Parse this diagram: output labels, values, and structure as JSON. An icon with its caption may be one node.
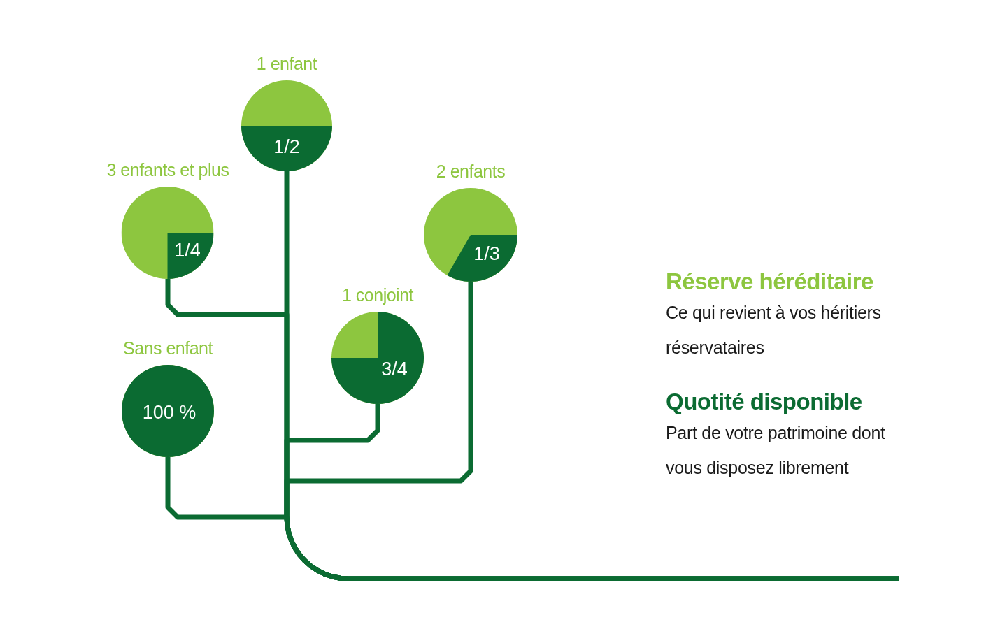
{
  "diagram": {
    "nodes": [
      {
        "text": [
          "1 enfant",
          "1/2"
        ]
      },
      {
        "text": [
          "3 enfants et plus",
          "1/4"
        ]
      },
      {
        "text": [
          "2 enfants",
          "1/3"
        ]
      },
      {
        "text": [
          "1 conjoint",
          "3/4"
        ]
      },
      {
        "text": [
          "Sans enfant",
          "100 %"
        ]
      }
    ],
    "edges": [
      {
        "from": 0,
        "to": null,
        "arrow": "none"
      },
      {
        "from": 1,
        "to": null,
        "arrow": "none"
      },
      {
        "from": 2,
        "to": null,
        "arrow": "none"
      },
      {
        "from": 3,
        "to": null,
        "arrow": "none"
      },
      {
        "from": 4,
        "to": null,
        "arrow": "none"
      }
    ],
    "labels": [
      "Ce qui revient à vos héritiers réservataires",
      "Part de votre patrimoine dont vous disposez librement"
    ],
    "legend": [
      {
        "text": "Réserve héréditaire",
        "color": "#8dc63f"
      },
      {
        "text": "Quotité disponible",
        "color": "#0b6b32"
      }
    ]
  }
}
